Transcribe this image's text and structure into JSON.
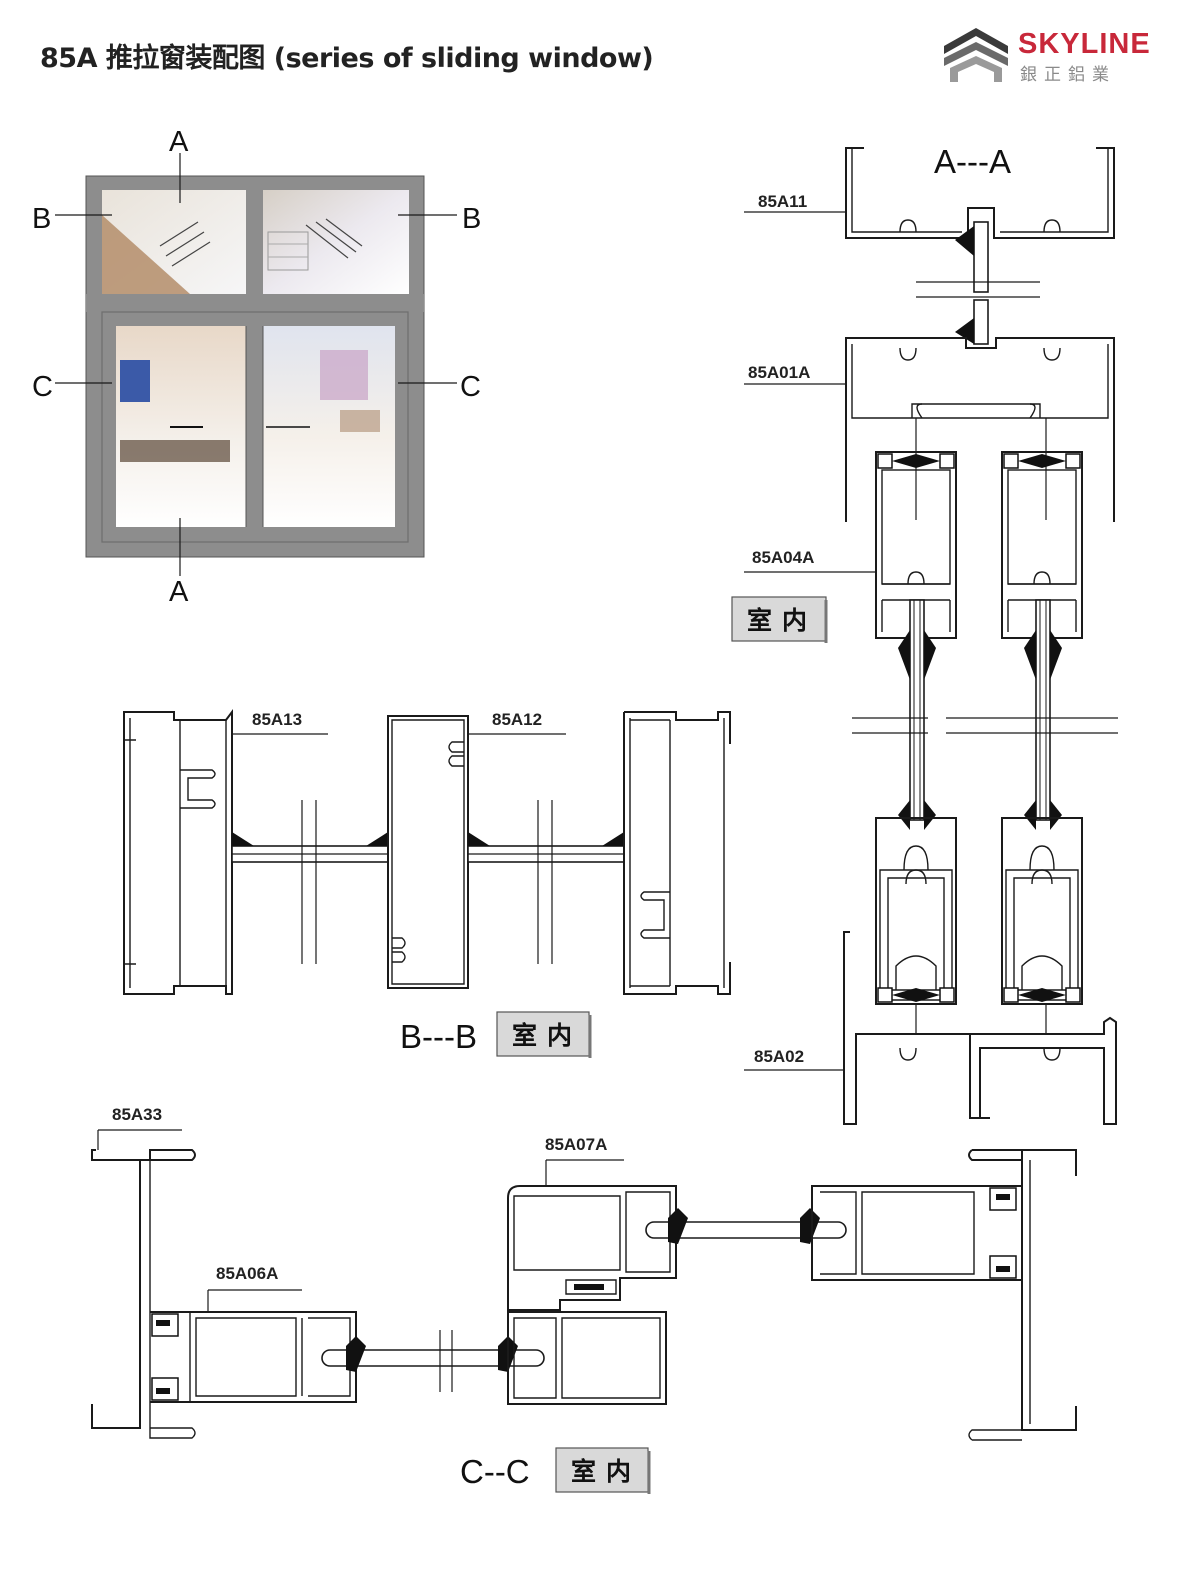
{
  "header": {
    "title": "85A 推拉窗装配图 (series of sliding window)",
    "brand_name": "SKYLINE",
    "brand_sub": "銀正鋁業",
    "brand_color": "#c8283a"
  },
  "elevation": {
    "section_marks": {
      "a_top": "A",
      "a_bottom": "A",
      "b_left": "B",
      "b_right": "B",
      "c_left": "C",
      "c_right": "C"
    }
  },
  "section_aa": {
    "title": "A---A",
    "indoor_badge": "室内",
    "labels": {
      "head_frame": "85A11",
      "interlock": "85A01A",
      "sash": "85A04A",
      "sill": "85A02"
    }
  },
  "section_bb": {
    "title": "B---B",
    "indoor_badge": "室内",
    "labels": {
      "left_jamb": "85A13",
      "mullion": "85A12"
    }
  },
  "section_cc": {
    "title": "C--C",
    "indoor_badge": "室内",
    "labels": {
      "jamb": "85A33",
      "sash_stile": "85A06A",
      "meeting_stile": "85A07A"
    }
  },
  "colors": {
    "frame_grey": "#8d8d8d",
    "line": "#1a1a1a",
    "badge_bg": "#d9d9d9"
  }
}
